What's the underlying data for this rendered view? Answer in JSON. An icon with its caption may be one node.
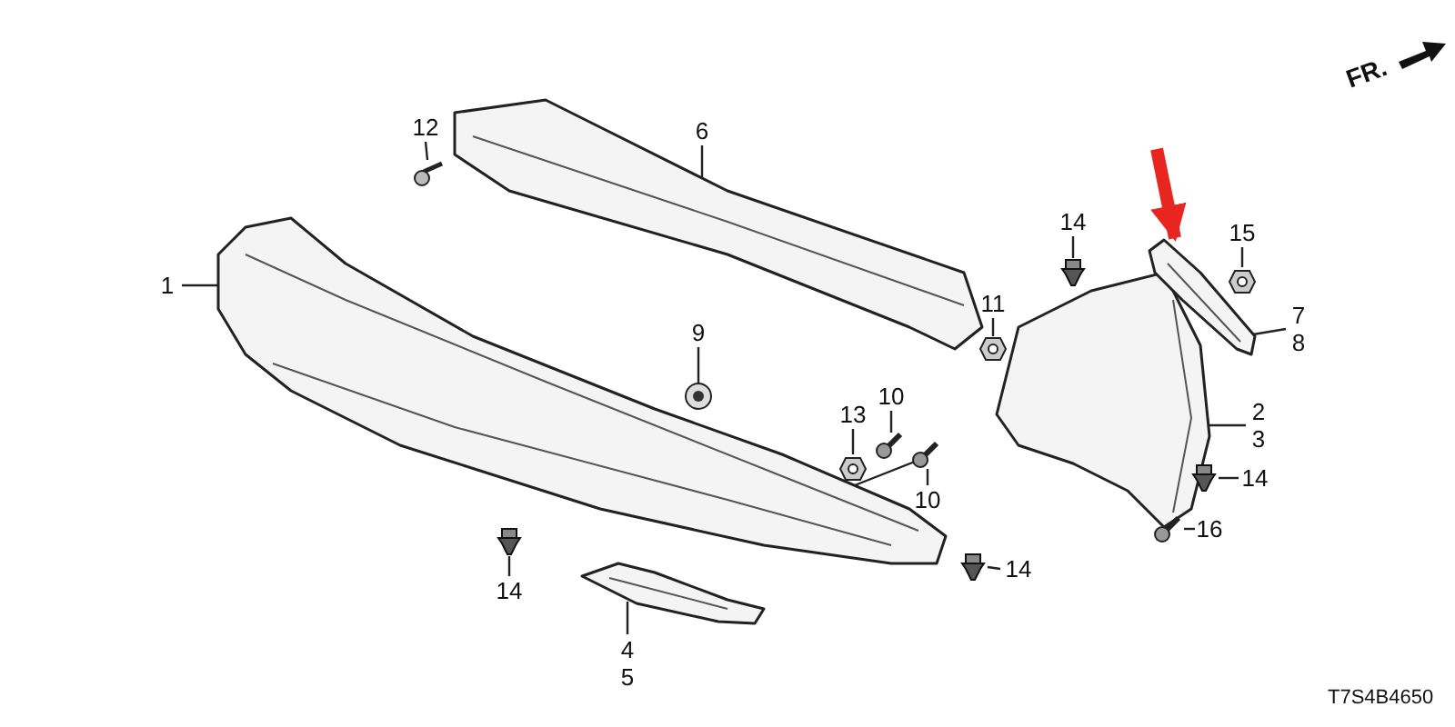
{
  "diagram": {
    "nodes": [
      {
        "text": [
          "1"
        ]
      },
      {
        "text": [
          "2",
          "3"
        ]
      },
      {
        "text": [
          "4",
          "5"
        ]
      },
      {
        "text": [
          "6"
        ]
      },
      {
        "text": [
          "7",
          "8"
        ]
      },
      {
        "text": [
          "9"
        ]
      },
      {
        "text": [
          "10"
        ]
      },
      {
        "text": [
          "10"
        ]
      },
      {
        "text": [
          "11"
        ]
      },
      {
        "text": [
          "12"
        ]
      },
      {
        "text": [
          "13"
        ]
      },
      {
        "text": [
          "14"
        ]
      },
      {
        "text": [
          "14"
        ]
      },
      {
        "text": [
          "14"
        ]
      },
      {
        "text": [
          "14"
        ]
      },
      {
        "text": [
          "15"
        ]
      },
      {
        "text": [
          "16"
        ]
      },
      {
        "text": [],
        "shape": "picture"
      },
      {
        "text": [],
        "shape": "picture"
      },
      {
        "text": [],
        "shape": "picture"
      },
      {
        "text": [],
        "shape": "picture"
      },
      {
        "text": [],
        "shape": "picture"
      },
      {
        "text": [],
        "shape": "picture"
      },
      {
        "text": [],
        "shape": "picture"
      },
      {
        "text": [],
        "shape": "picture"
      },
      {
        "text": [],
        "shape": "picture"
      },
      {
        "text": [],
        "shape": "picture"
      },
      {
        "text": [],
        "shape": "picture"
      },
      {
        "text": [],
        "shape": "picture"
      },
      {
        "text": [],
        "shape": "picture"
      },
      {
        "text": [],
        "shape": "picture"
      },
      {
        "text": [],
        "shape": "picture"
      },
      {
        "text": [],
        "shape": "picture"
      },
      {
        "text": [],
        "shape": "picture"
      }
    ],
    "edges": [
      {
        "from": 0,
        "to": 17,
        "arrow": "none"
      },
      {
        "from": 1,
        "to": 18,
        "arrow": "none"
      },
      {
        "from": 2,
        "to": 19,
        "arrow": "none"
      },
      {
        "from": 3,
        "to": 20,
        "arrow": "none"
      },
      {
        "from": 4,
        "to": 21,
        "arrow": "none"
      },
      {
        "from": 5,
        "to": 22,
        "arrow": "none"
      },
      {
        "from": 6,
        "to": 23,
        "arrow": "none"
      },
      {
        "from": 7,
        "to": 24,
        "arrow": "none"
      },
      {
        "from": 8,
        "to": 25,
        "arrow": "none"
      },
      {
        "from": 9,
        "to": 26,
        "arrow": "none"
      },
      {
        "from": 10,
        "to": 27,
        "arrow": "none"
      },
      {
        "from": 11,
        "to": 28,
        "arrow": "none"
      },
      {
        "from": 12,
        "to": 29,
        "arrow": "none"
      },
      {
        "from": 13,
        "to": 30,
        "arrow": "none"
      },
      {
        "from": 14,
        "to": 31,
        "arrow": "none"
      },
      {
        "from": 15,
        "to": 32,
        "arrow": "none"
      },
      {
        "from": 16,
        "to": 33,
        "arrow": "none"
      },
      {
        "from": null,
        "to": 21,
        "arrow": "to",
        "style": "thick",
        "color": "#e8251f"
      },
      {
        "from": 24,
        "to": 17,
        "arrow": "none"
      }
    ],
    "labels": [
      "FR.",
      "T7S4B4650"
    ]
  }
}
